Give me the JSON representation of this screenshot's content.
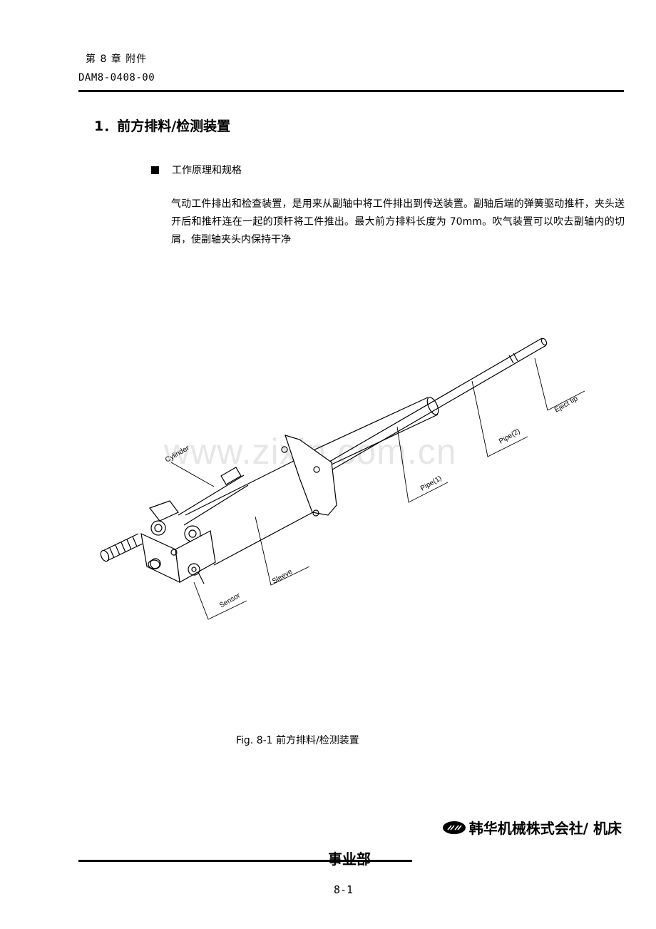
{
  "header": {
    "chapter": "第 8 章 附件",
    "doc_number": "DAM8-0408-00"
  },
  "section": {
    "title": "1．前方排料/检测装置",
    "sub_heading": "工作原理和规格",
    "paragraph": "气动工件排出和检查装置，是用来从副轴中将工件排出到传送装置。副轴后端的弹簧驱动推杆，夹头送开后和推杆连在一起的顶杆将工件推出。最大前方排料长度为 70mm。吹气装置可以吹去副轴内的切屑，使副轴夹头内保持干净"
  },
  "figure": {
    "labels": {
      "cylinder": "Cylinder",
      "pipe1": "Pipe(1)",
      "pipe2": "Pipe(2)",
      "eject_tip": "Eject tip",
      "sleeve": "Sleeve",
      "sensor": "Sensor"
    },
    "caption": "Fig. 8-1 前方排料/检测装置"
  },
  "watermark": "www.zixin.com.cn",
  "footer": {
    "company": "韩华机械株式会社/ 机床",
    "department": "事业部",
    "page_number": "8-1"
  }
}
